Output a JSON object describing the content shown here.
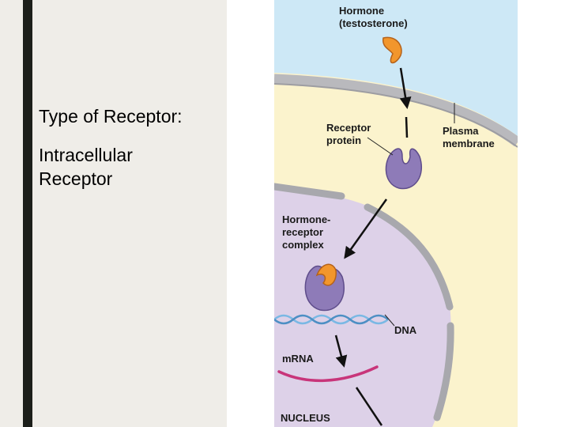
{
  "slide": {
    "heading": "Type of Receptor:",
    "body_line1": "Intracellular",
    "body_line2": "Receptor"
  },
  "diagram": {
    "labels": {
      "hormone_1": "Hormone",
      "hormone_2": "(testosterone)",
      "receptor_1": "Receptor",
      "receptor_2": "protein",
      "membrane_1": "Plasma",
      "membrane_2": "membrane",
      "complex_1": "Hormone-",
      "complex_2": "receptor",
      "complex_3": "complex",
      "dna": "DNA",
      "mrna": "mRNA",
      "nucleus": "NUCLEUS"
    },
    "colors": {
      "extracellular": "#cde8f6",
      "cytoplasm": "#fbf3cd",
      "nucleus": "#ddd1e8",
      "membrane": "#b9b9bd",
      "hormone": "#f2962c",
      "receptor": "#8e7bb8",
      "dna": "#7ab8e4",
      "mrna": "#c8357a",
      "accent_bar": "#1c1f1a",
      "left_panel": "#efede8"
    }
  }
}
